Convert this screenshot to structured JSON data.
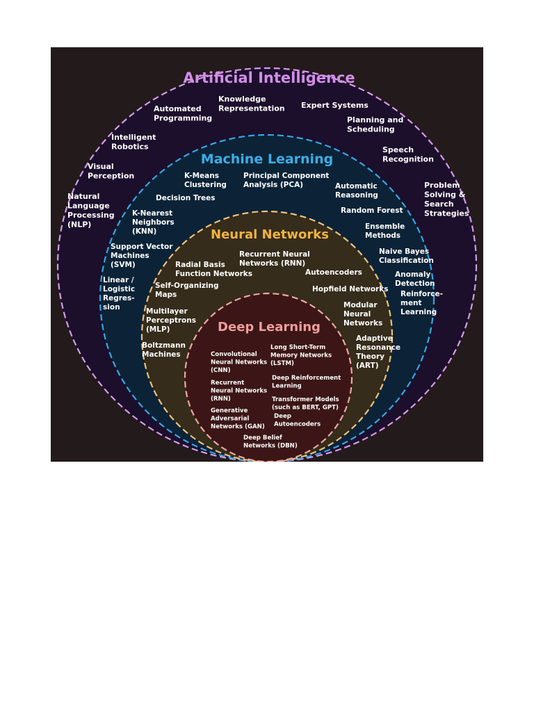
{
  "colors": {
    "background": "#231a1c",
    "ai_fill": "#1c0f2c",
    "ai_border": "#d79be9",
    "ml_fill": "#0c2337",
    "ml_border": "#35a7e3",
    "nn_fill": "#352c1b",
    "nn_border": "#f0c27a",
    "dl_fill": "#3c1616",
    "dl_border": "#f0a7a4",
    "ai_title": "#d38ee8",
    "ml_title": "#3aaee7",
    "nn_title": "#f2b441",
    "dl_title": "#ef9d9b"
  },
  "rings": {
    "ai": {
      "title": "Artificial Intelligence",
      "items": [
        [
          "Knowledge",
          "Representation"
        ],
        [
          "Automated",
          "Programming"
        ],
        [
          "Expert Systems"
        ],
        [
          "Planning and",
          "Scheduling"
        ],
        [
          "Intelligent",
          "Robotics"
        ],
        [
          "Speech",
          "Recognition"
        ],
        [
          "Visual",
          "Perception"
        ],
        [
          "Problem",
          "Solving &",
          "Search",
          "Strategies"
        ],
        [
          "Natural",
          "Language",
          "Processing",
          "(NLP)"
        ]
      ]
    },
    "ml": {
      "title": "Machine Learning",
      "items": [
        [
          "K-Means",
          "Clustering"
        ],
        [
          "Principal Component",
          "Analysis (PCA)"
        ],
        [
          "Decision Trees"
        ],
        [
          "Automatic",
          "Reasoning"
        ],
        [
          "K-Nearest",
          "Neighbors",
          "(KNN)"
        ],
        [
          "Random Forest"
        ],
        [
          "Ensemble",
          "Methods"
        ],
        [
          "Support Vector",
          "Machines",
          "(SVM)"
        ],
        [
          "Naive Bayes",
          "Classification"
        ],
        [
          "Anomaly",
          "Detection"
        ],
        [
          "Linear /",
          "Logistic",
          "Regres-",
          "sion"
        ],
        [
          "Reinforce-",
          "ment",
          "Learning"
        ]
      ]
    },
    "nn": {
      "title": "Neural Networks",
      "items": [
        [
          "Recurrent Neural",
          "Networks (RNN)"
        ],
        [
          "Radial Basis",
          "Function Networks"
        ],
        [
          "Autoencoders"
        ],
        [
          "Self-Organizing",
          "Maps"
        ],
        [
          "Hopfield Networks"
        ],
        [
          "Multilayer",
          "Perceptrons",
          "(MLP)"
        ],
        [
          "Modular",
          "Neural",
          "Networks"
        ],
        [
          "Adaptive",
          "Resonance",
          "Theory",
          "(ART)"
        ],
        [
          "Boltzmann",
          "Machines"
        ]
      ]
    },
    "dl": {
      "title": "Deep Learning",
      "items": [
        [
          "Convolutional",
          "Neural Networks",
          "(CNN)"
        ],
        [
          "Long Short-Term",
          "Memory Networks",
          "(LSTM)"
        ],
        [
          "Deep Reinforcement",
          "Learning"
        ],
        [
          "Recurrent",
          "Neural Networks",
          "(RNN)"
        ],
        [
          "Transformer Models",
          "(such as BERT, GPT)"
        ],
        [
          "Generative",
          "Adversarial",
          "Networks (GAN)"
        ],
        [
          "Deep",
          "Autoencoders"
        ],
        [
          "Deep Belief",
          "Networks (DBN)"
        ]
      ]
    }
  }
}
